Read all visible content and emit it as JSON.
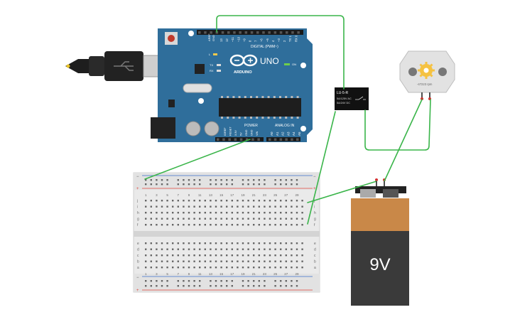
{
  "arduino": {
    "logo": "ARDUINO",
    "model": "UNO",
    "digital_header": "DIGITAL (PWM~)",
    "power_header": "POWER",
    "analog_header": "ANALOG IN",
    "aref": "AREF",
    "gnd": "GND",
    "led_l": "L",
    "led_tx": "TX",
    "led_rx": "RX",
    "on_label": "ON",
    "digital_pins": [
      "13",
      "12",
      "~11",
      "~10",
      "~9",
      "8",
      "7",
      "~6",
      "~5",
      "4",
      "~3",
      "2",
      "TX 1",
      "RX 0"
    ],
    "power_pins": [
      "IOREF",
      "RESET",
      "3.3V",
      "5V",
      "GND",
      "GND",
      "VIN"
    ],
    "analog_pins": [
      "A0",
      "A1",
      "A2",
      "A3",
      "A4",
      "A5"
    ]
  },
  "relay": {
    "model": "LU-5-R",
    "rating1": "5A/125V AC",
    "rating2": "5A/24V DC"
  },
  "motor": {
    "speed": "-47223 rpm"
  },
  "battery": {
    "label": "9V"
  },
  "breadboard": {
    "plus": "+",
    "minus": "−",
    "column_labels": [
      "1",
      "3",
      "5",
      "7",
      "9",
      "11",
      "13",
      "15",
      "17",
      "19",
      "21",
      "23",
      "25",
      "27",
      "29"
    ],
    "row_labels_top": [
      "j",
      "i",
      "h",
      "g",
      "f"
    ],
    "row_labels_bottom": [
      "e",
      "d",
      "c",
      "b",
      "a"
    ]
  },
  "colors": {
    "board": "#2f6e9b",
    "wire": "#3ab54a",
    "battery_top": "#c98848",
    "battery_body": "#3a3a3a",
    "rail_red": "#e0463e",
    "rail_blue": "#3a6fcb"
  }
}
